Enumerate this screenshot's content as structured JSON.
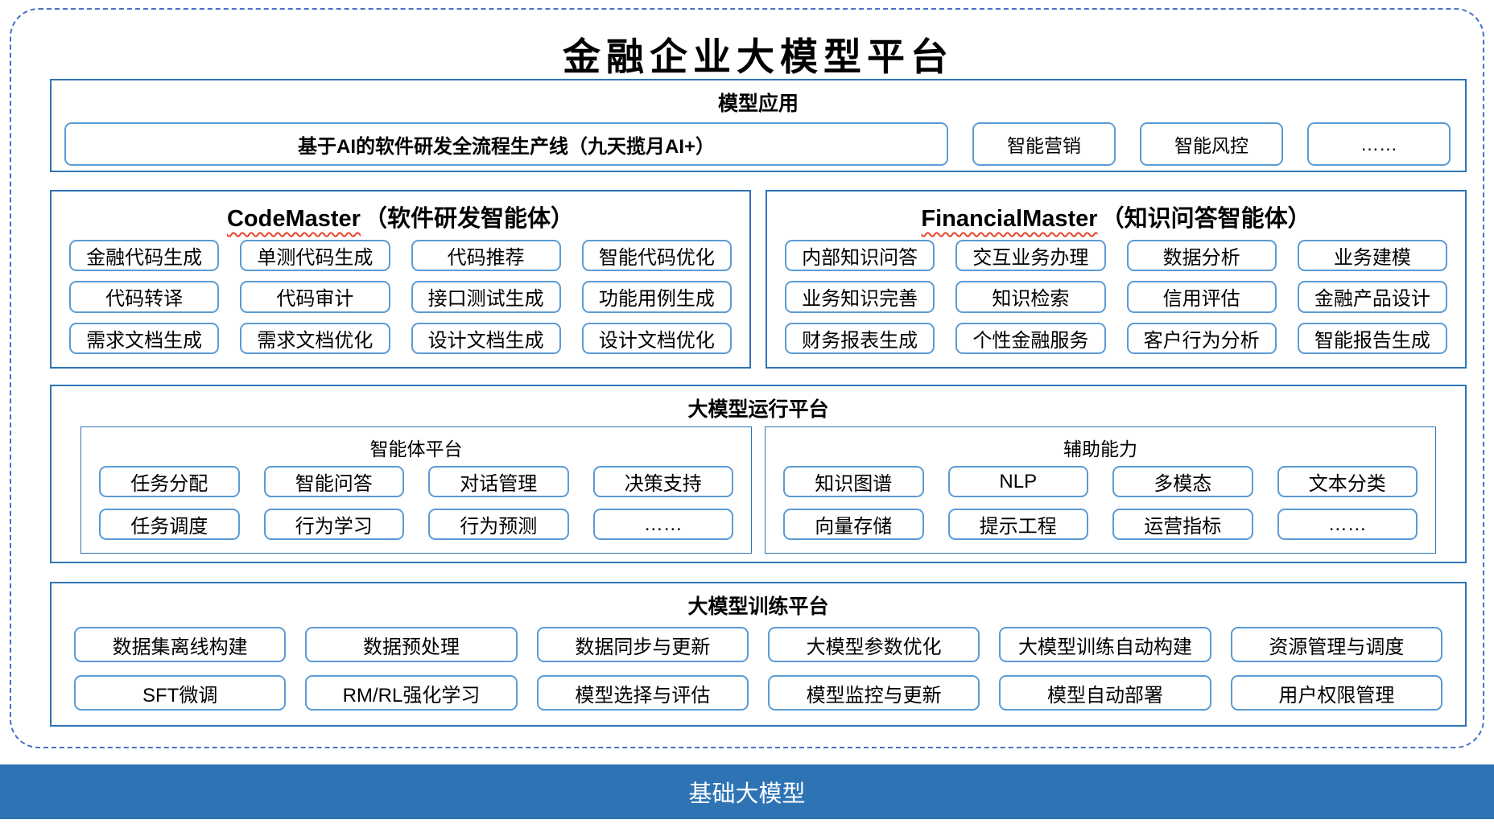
{
  "title": "金融企业大模型平台",
  "colors": {
    "outer_border": "#4472C4",
    "section_border": "#2E74B5",
    "button_border": "#5B9BD5",
    "underline": "#E8442E",
    "footer_bg": "#2E74B5",
    "footer_text": "#FFFFFF"
  },
  "model_app": {
    "header": "模型应用",
    "main_button": "基于AI的软件研发全流程生产线（九天揽月AI+）",
    "buttons": [
      "智能营销",
      "智能风控",
      "……"
    ]
  },
  "agents": [
    {
      "name_en": "CodeMaster",
      "name_cn": "（软件研发智能体）",
      "items": [
        "金融代码生成",
        "单测代码生成",
        "代码推荐",
        "智能代码优化",
        "代码转译",
        "代码审计",
        "接口测试生成",
        "功能用例生成",
        "需求文档生成",
        "需求文档优化",
        "设计文档生成",
        "设计文档优化"
      ]
    },
    {
      "name_en": "FinancialMaster",
      "name_cn": "（知识问答智能体）",
      "items": [
        "内部知识问答",
        "交互业务办理",
        "数据分析",
        "业务建模",
        "业务知识完善",
        "知识检索",
        "信用评估",
        "金融产品设计",
        "财务报表生成",
        "个性金融服务",
        "客户行为分析",
        "智能报告生成"
      ]
    }
  ],
  "runtime": {
    "header": "大模型运行平台",
    "groups": [
      {
        "name": "智能体平台",
        "items": [
          "任务分配",
          "智能问答",
          "对话管理",
          "决策支持",
          "任务调度",
          "行为学习",
          "行为预测",
          "……"
        ]
      },
      {
        "name": "辅助能力",
        "items": [
          "知识图谱",
          "NLP",
          "多模态",
          "文本分类",
          "向量存储",
          "提示工程",
          "运营指标",
          "……"
        ]
      }
    ]
  },
  "training": {
    "header": "大模型训练平台",
    "items": [
      "数据集离线构建",
      "数据预处理",
      "数据同步与更新",
      "大模型参数优化",
      "大模型训练自动构建",
      "资源管理与调度",
      "SFT微调",
      "RM/RL强化学习",
      "模型选择与评估",
      "模型监控与更新",
      "模型自动部署",
      "用户权限管理"
    ]
  },
  "footer": {
    "label": "基础大模型"
  }
}
